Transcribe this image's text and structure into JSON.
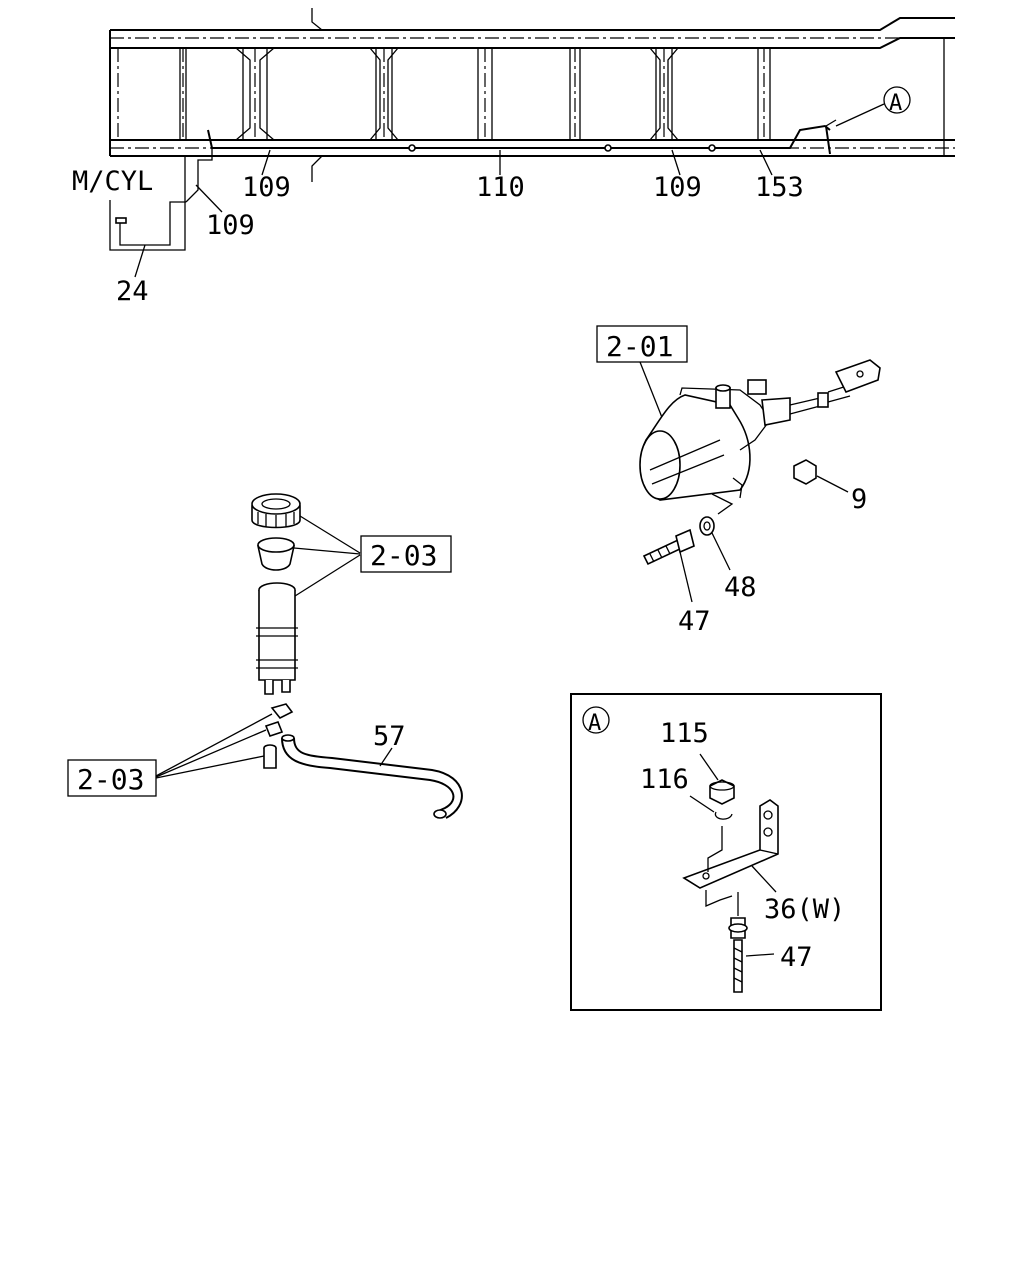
{
  "labels": {
    "m_cyl": "M/CYL",
    "p24": "24",
    "p109_left": "109",
    "p109_mid": "109",
    "p109_right": "109",
    "p110": "110",
    "p153": "153",
    "callout_a_top": "A",
    "ref_201": "2-01",
    "p9": "9",
    "p48": "48",
    "p47_upper": "47",
    "ref_203_upper": "2-03",
    "ref_203_lower": "2-03",
    "p57": "57",
    "detail_a": "A",
    "p115": "115",
    "p116": "116",
    "p36w": "36(W)",
    "p47_detail": "47"
  }
}
